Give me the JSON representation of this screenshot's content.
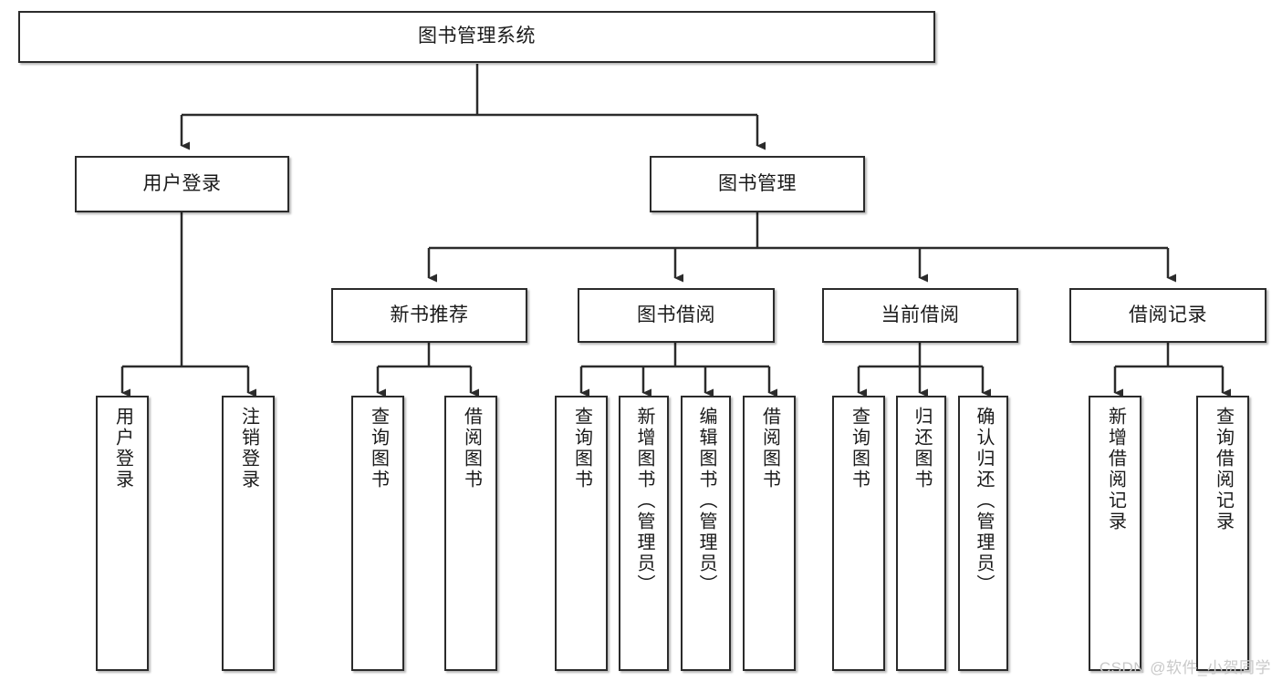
{
  "diagram": {
    "type": "tree-hierarchy-chart",
    "title": "图书管理系统",
    "watermark": "CSDN @软件_小贺同学",
    "colors": {
      "box_border": "#2b2b2b",
      "box_fill": "#ffffff",
      "edge": "#2b2b2b",
      "text": "#1a1a1a",
      "watermark": "#c9c9c9"
    },
    "root": {
      "label": "图书管理系统"
    },
    "level2": [
      {
        "label": "用户登录"
      },
      {
        "label": "图书管理"
      }
    ],
    "level3": [
      {
        "label": "新书推荐"
      },
      {
        "label": "图书借阅"
      },
      {
        "label": "当前借阅"
      },
      {
        "label": "借阅记录"
      }
    ],
    "leaves": {
      "user_login": [
        {
          "label": "用户登录"
        },
        {
          "label": "注销登录"
        }
      ],
      "new_book_recommend": [
        {
          "label": "查询图书"
        },
        {
          "label": "借阅图书"
        }
      ],
      "book_borrow": [
        {
          "label": "查询图书"
        },
        {
          "label": "新增图书（管理员）"
        },
        {
          "label": "编辑图书（管理员）"
        },
        {
          "label": "借阅图书"
        }
      ],
      "current_borrow": [
        {
          "label": "查询图书"
        },
        {
          "label": "归还图书"
        },
        {
          "label": "确认归还（管理员）"
        }
      ],
      "borrow_record": [
        {
          "label": "新增借阅记录"
        },
        {
          "label": "查询借阅记录"
        }
      ]
    }
  }
}
